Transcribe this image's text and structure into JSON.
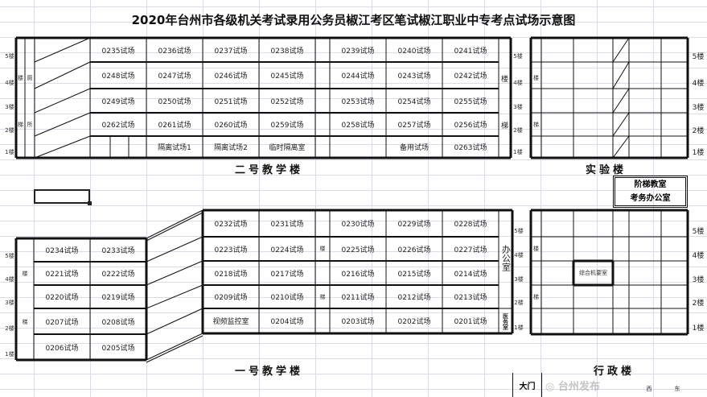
{
  "title": "2020年台州市各级机关考试录用公务员椒江考区笔试椒江职业中专考点试场示意图",
  "floors": [
    "5楼",
    "4楼",
    "3楼",
    "2楼",
    "1楼"
  ],
  "building2": {
    "name": "二号教学楼",
    "stair_left": [
      "楼",
      "梯"
    ],
    "toilet": [
      "厕",
      "所"
    ],
    "stair_right": [
      "楼",
      "梯"
    ],
    "rows": [
      [
        "0235试场",
        "0236试场",
        "0237试场",
        "0238试场",
        "0239试场",
        "0240试场",
        "0241试场"
      ],
      [
        "0248试场",
        "0247试场",
        "0246试场",
        "0245试场",
        "0244试场",
        "0243试场",
        "0242试场"
      ],
      [
        "0249试场",
        "0250试场",
        "0251试场",
        "0252试场",
        "0253试场",
        "0254试场",
        "0255试场"
      ],
      [
        "0262试场",
        "0261试场",
        "0260试场",
        "0259试场",
        "0258试场",
        "0257试场",
        "0256试场"
      ],
      [
        "",
        "隔离试场1",
        "隔离试场2",
        "临时隔离室",
        "",
        "备用试场",
        "0263试场"
      ]
    ]
  },
  "lab": {
    "name": "实验楼",
    "stair": [
      "楼",
      "梯"
    ]
  },
  "annex_box": [
    "阶梯教室",
    "考务办公室"
  ],
  "building1": {
    "name": "一号教学楼",
    "stair_left": [
      "楼",
      "梯"
    ],
    "left_rows": [
      [
        "0234试场",
        "0233试场"
      ],
      [
        "0221试场",
        "0222试场"
      ],
      [
        "0220试场",
        "0219试场"
      ],
      [
        "0207试场",
        "0208试场"
      ],
      [
        "0206试场",
        "0205试场"
      ]
    ],
    "stair_mid": [
      "楼",
      "梯"
    ],
    "right_rows": [
      [
        "0232试场",
        "0231试场",
        "0230试场",
        "0229试场",
        "0228试场"
      ],
      [
        "0223试场",
        "0224试场",
        "0225试场",
        "0226试场",
        "0227试场"
      ],
      [
        "0218试场",
        "0217试场",
        "0216试场",
        "0215试场",
        "0214试场"
      ],
      [
        "0209试场",
        "0210试场",
        "0211试场",
        "0212试场",
        "0213试场"
      ],
      [
        "视频监控室",
        "0204试场",
        "0203试场",
        "0202试场",
        "0201试场"
      ]
    ],
    "office": "办公室",
    "clinic": "医务室"
  },
  "admin": {
    "name": "行政楼",
    "stair": [
      "楼",
      "梯"
    ],
    "room": "综合机要室"
  },
  "gate": "大门",
  "compass": {
    "west": "西",
    "east": "东"
  },
  "watermark": "台州发布"
}
